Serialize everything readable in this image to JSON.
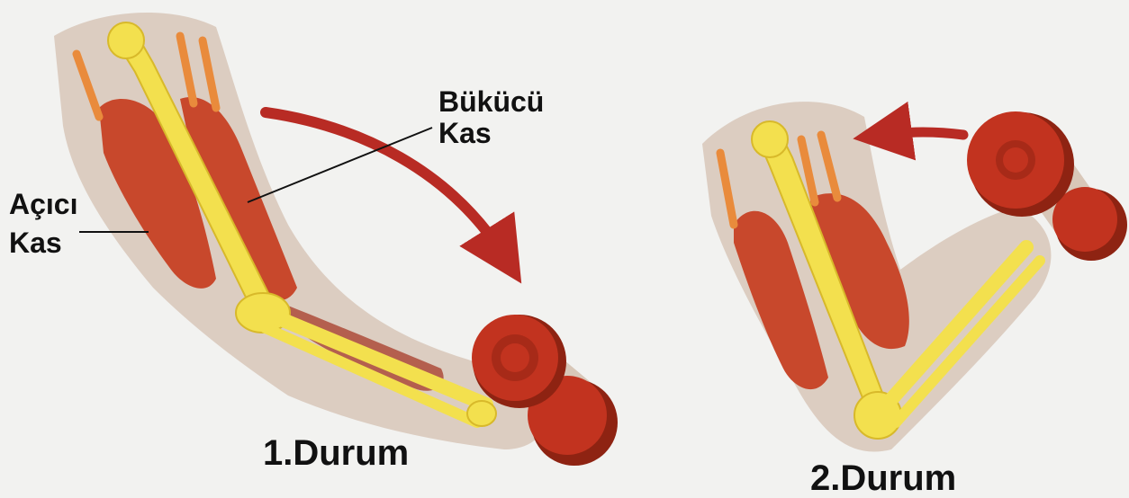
{
  "labels": {
    "flexor_line1": "Bükücü",
    "flexor_line2": "Kas",
    "extensor_line1": "Açıcı",
    "extensor_line2": "Kas",
    "state1": "1.Durum",
    "state2": "2.Durum"
  },
  "colors": {
    "background": "#f2f2f0",
    "skin": "#d8c7b8",
    "muscle": "#c8482c",
    "muscle_dark": "#a3311d",
    "bone": "#f3e04e",
    "bone_edge": "#d8b92a",
    "tendon": "#e98b3c",
    "weight": "#c2331f",
    "weight_dark": "#8e2312",
    "arrow": "#b82b24",
    "line": "#111111"
  }
}
